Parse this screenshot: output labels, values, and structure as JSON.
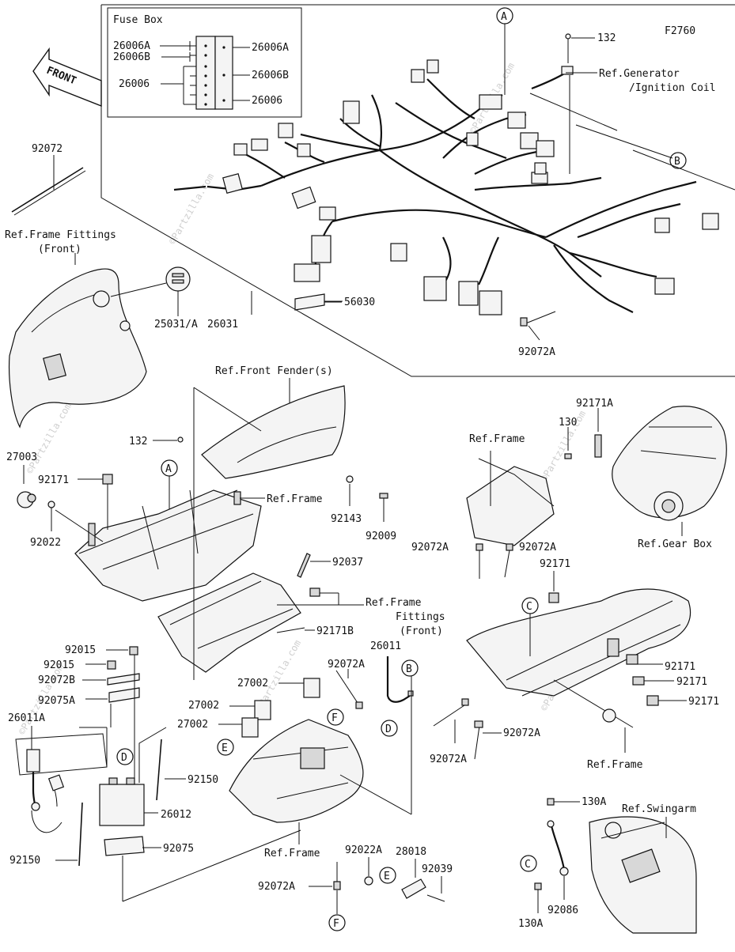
{
  "diagram_id": "F2760",
  "fuse_box": {
    "title": "Fuse Box",
    "left_labels": [
      "26006A",
      "26006B",
      "26006"
    ],
    "right_labels": [
      "26006A",
      "26006B",
      "26006"
    ]
  },
  "front_arrow": "FRONT",
  "watermark": "©Partzilla.com",
  "refs": {
    "generator": [
      "Ref.Generator",
      "/Ignition Coil"
    ],
    "frame_fittings_front": [
      "Ref.Frame Fittings",
      "(Front)"
    ],
    "front_fenders": "Ref.Front Fender(s)",
    "frame": "Ref.Frame",
    "frame_fittings_front_2": [
      "Ref.Frame",
      "Fittings",
      "(Front)"
    ],
    "gear_box": "Ref.Gear Box",
    "swingarm": "Ref.Swingarm"
  },
  "callouts": [
    "A",
    "B",
    "C",
    "D",
    "E",
    "F"
  ],
  "parts": {
    "p132": "132",
    "p56030": "56030",
    "p26031": "26031",
    "p25031": "25031/A",
    "p92072": "92072",
    "p92072A": "92072A",
    "p92072B": "92072B",
    "p27003": "27003",
    "p92171": "92171",
    "p92171A": "92171A",
    "p92171B": "92171B",
    "p92022": "92022",
    "p92022A": "92022A",
    "p92143": "92143",
    "p92009": "92009",
    "p92037": "92037",
    "p130": "130",
    "p130A": "130A",
    "p92015": "92015",
    "p92075": "92075",
    "p92075A": "92075A",
    "p26011": "26011",
    "p26011A": "26011A",
    "p27002": "27002",
    "p92150": "92150",
    "p26012": "26012",
    "p28018": "28018",
    "p92039": "92039",
    "p92086": "92086"
  }
}
